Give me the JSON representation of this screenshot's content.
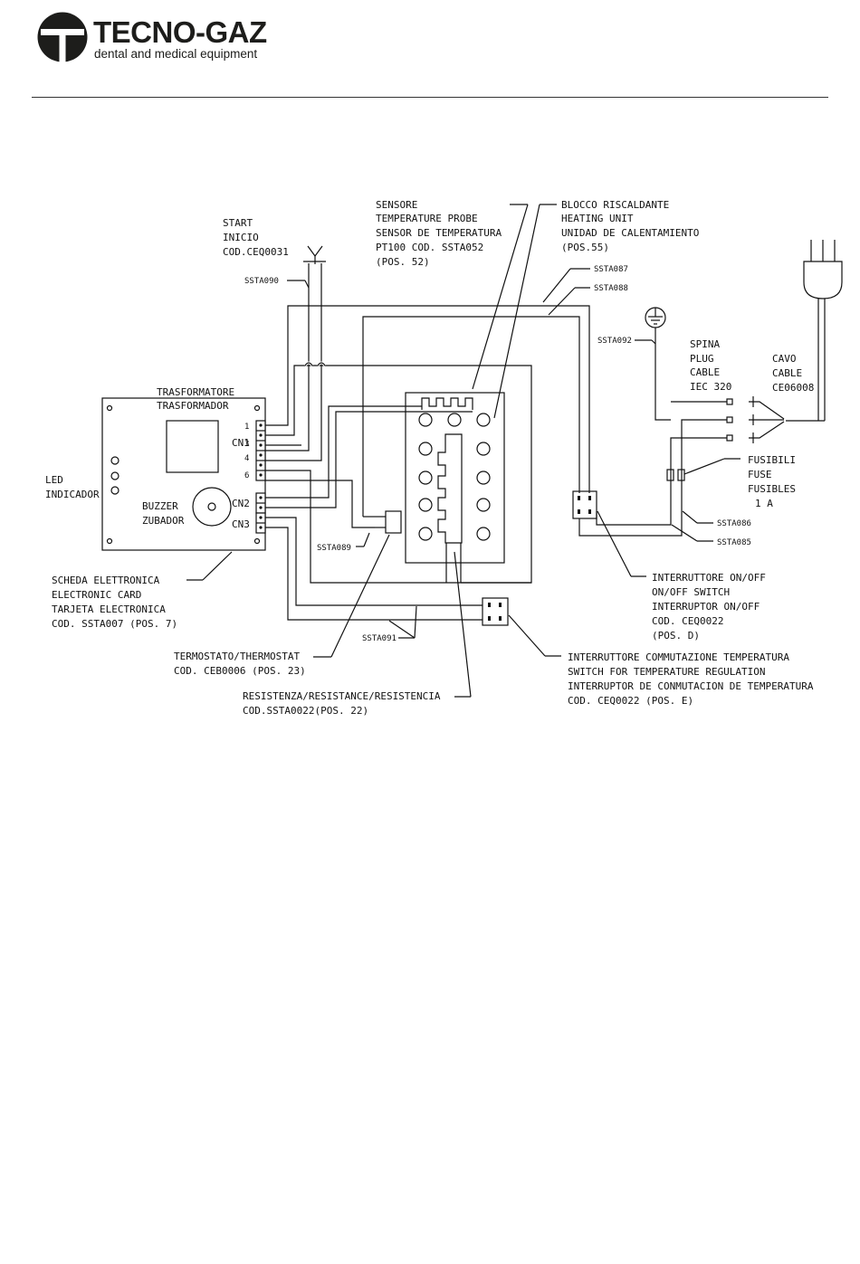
{
  "header": {
    "brand": "TECNO-GAZ",
    "tagline": "dental and medical equipment",
    "logo_icon": "tecno-gaz-logo-icon"
  },
  "labels": {
    "start": [
      "START",
      "INICIO",
      "COD.CEQ0031"
    ],
    "sensor": [
      "SENSORE",
      "TEMPERATURE PROBE",
      "SENSOR DE TEMPERATURA",
      "PT100 COD. SSTA052",
      "(POS. 52)"
    ],
    "heating": [
      "BLOCCO RISCALDANTE",
      "HEATING UNIT",
      "UNIDAD DE CALENTAMIENTO",
      "(POS.55)"
    ],
    "transformer": [
      "TRASFORMATORE",
      "TRASFORMADOR"
    ],
    "led": [
      "LED",
      "INDICADOR"
    ],
    "buzzer": [
      "BUZZER",
      "ZUBADOR"
    ],
    "card": [
      "SCHEDA ELETTRONICA",
      "ELECTRONIC CARD",
      "TARJETA ELECTRONICA",
      "COD. SSTA007 (POS. 7)"
    ],
    "plug": [
      "SPINA",
      "PLUG",
      "CABLE",
      "IEC 320"
    ],
    "cavo": [
      "CAVO",
      "CABLE",
      "CE06008"
    ],
    "fuse": [
      "FUSIBILI",
      "FUSE",
      "FUSIBLES",
      "1 A"
    ],
    "onoff": [
      "INTERRUTTORE ON/OFF",
      "ON/OFF SWITCH",
      "INTERRUPTOR ON/OFF",
      "COD. CEQ0022",
      "(POS. D)"
    ],
    "thermostat": [
      "TERMOSTATO/THERMOSTAT",
      "COD. CEB0006 (POS. 23)"
    ],
    "resistance": [
      "RESISTENZA/RESISTANCE/RESISTENCIA",
      "COD.SSTA0022(POS. 22)"
    ],
    "tempswitch": [
      "INTERRUTTORE COMMUTAZIONE TEMPERATURA",
      "SWITCH FOR TEMPERATURE REGULATION",
      "INTERRUPTOR DE CONMUTACION DE TEMPERATURA",
      "COD. CEQ0022 (POS. E)"
    ],
    "cn1": "CN1",
    "cn2": "CN2",
    "cn3": "CN3",
    "pins": [
      "1",
      "3",
      "4",
      "6"
    ],
    "wires": {
      "ssta090": "SSTA090",
      "ssta087": "SSTA087",
      "ssta088": "SSTA088",
      "ssta092": "SSTA092",
      "ssta089": "SSTA089",
      "ssta086": "SSTA086",
      "ssta085": "SSTA085",
      "ssta091": "SSTA091"
    }
  }
}
